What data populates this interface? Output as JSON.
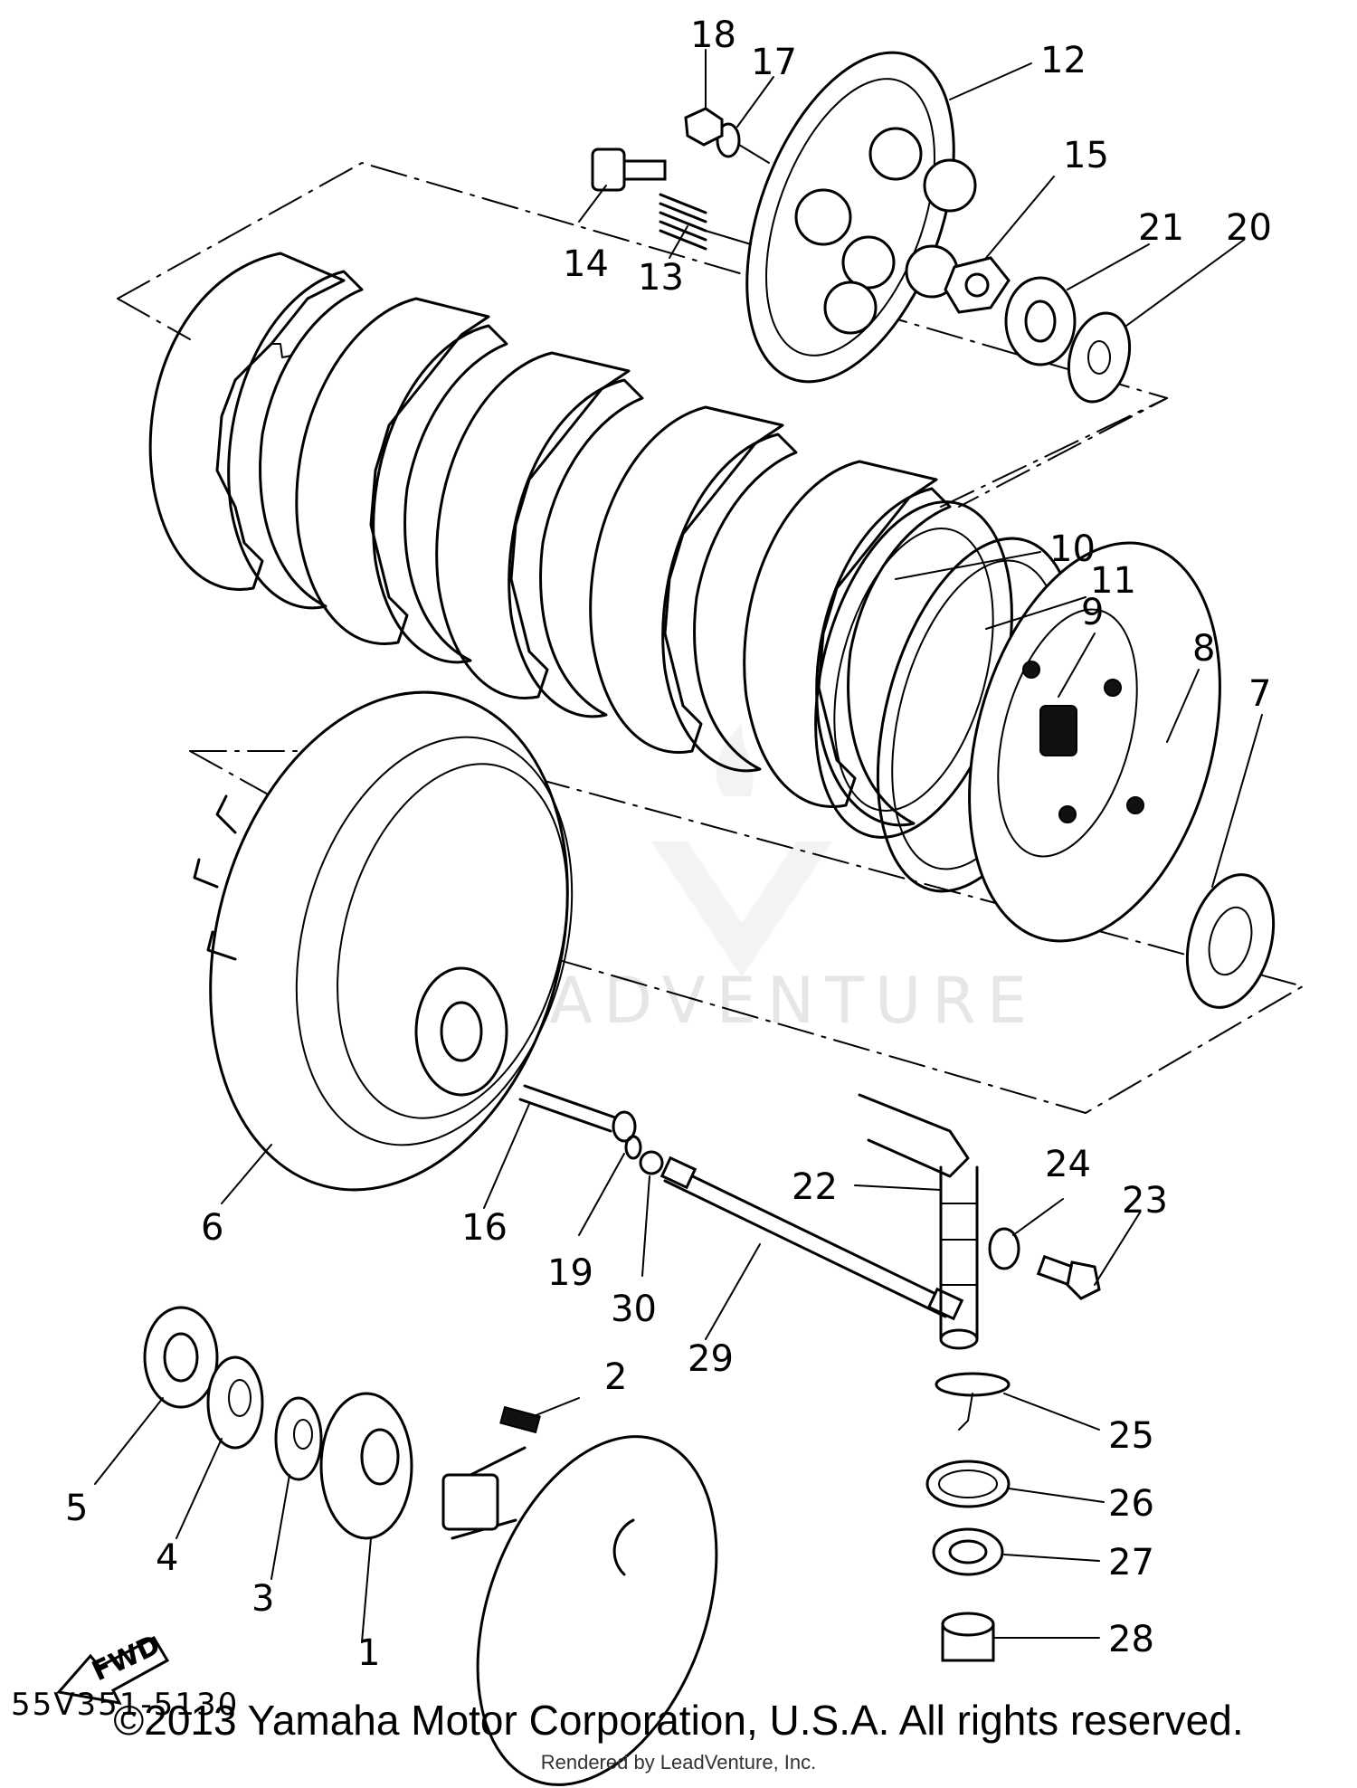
{
  "diagram": {
    "watermark": "LEADVENTURE",
    "diagram_code": "55V351-5130",
    "fwd_label": "FWD",
    "callouts": [
      {
        "id": "1",
        "text": "1"
      },
      {
        "id": "2",
        "text": "2"
      },
      {
        "id": "3",
        "text": "3"
      },
      {
        "id": "4",
        "text": "4"
      },
      {
        "id": "5",
        "text": "5"
      },
      {
        "id": "6",
        "text": "6"
      },
      {
        "id": "7",
        "text": "7"
      },
      {
        "id": "8",
        "text": "8"
      },
      {
        "id": "9",
        "text": "9"
      },
      {
        "id": "10",
        "text": "10"
      },
      {
        "id": "11",
        "text": "11"
      },
      {
        "id": "12",
        "text": "12"
      },
      {
        "id": "13",
        "text": "13"
      },
      {
        "id": "14",
        "text": "14"
      },
      {
        "id": "15",
        "text": "15"
      },
      {
        "id": "16",
        "text": "16"
      },
      {
        "id": "17",
        "text": "17"
      },
      {
        "id": "18",
        "text": "18"
      },
      {
        "id": "19",
        "text": "19"
      },
      {
        "id": "20",
        "text": "20"
      },
      {
        "id": "21",
        "text": "21"
      },
      {
        "id": "22",
        "text": "22"
      },
      {
        "id": "23",
        "text": "23"
      },
      {
        "id": "24",
        "text": "24"
      },
      {
        "id": "25",
        "text": "25"
      },
      {
        "id": "26",
        "text": "26"
      },
      {
        "id": "27",
        "text": "27"
      },
      {
        "id": "28",
        "text": "28"
      },
      {
        "id": "29",
        "text": "29"
      },
      {
        "id": "30",
        "text": "30"
      }
    ]
  },
  "footer": {
    "copyright": "©2013 Yamaha Motor Corporation, U.S.A. All rights reserved.",
    "rendered_by": "Rendered by LeadVenture, Inc."
  }
}
